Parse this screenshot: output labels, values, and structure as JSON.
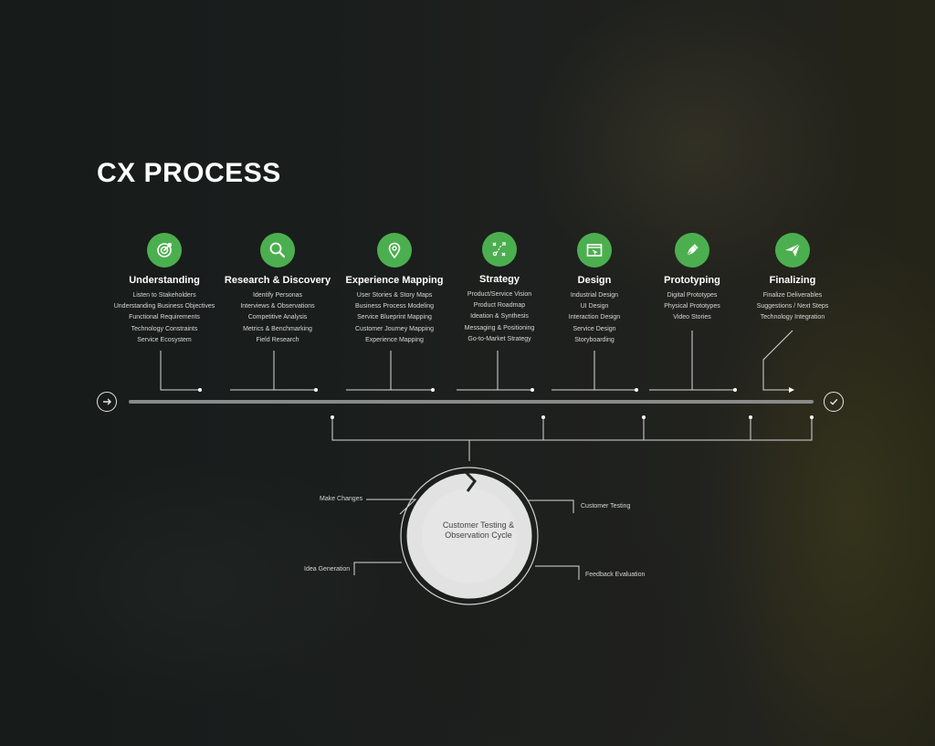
{
  "title": "CX PROCESS",
  "stages": [
    {
      "name": "Understanding",
      "icon": "target-icon",
      "items": [
        "Listen to Stakeholders",
        "Understanding Business Objectives",
        "Functional Requirements",
        "Technology Constraints",
        "Service Ecosystem"
      ]
    },
    {
      "name": "Research & Discovery",
      "icon": "magnifier-icon",
      "items": [
        "Identify Personas",
        "Interviews & Observations",
        "Competitive Analysis",
        "Metrics & Benchmarking",
        "Field Research"
      ]
    },
    {
      "name": "Experience Mapping",
      "icon": "map-pin-icon",
      "items": [
        "User Stories & Story Maps",
        "Business Process Modeling",
        "Service Blueprint Mapping",
        "Customer Journey Mapping",
        "Experience Mapping"
      ]
    },
    {
      "name": "Strategy",
      "icon": "strategy-play-icon",
      "items": [
        "Product/Service Vision",
        "Product Roadmap",
        "Ideation & Synthesis",
        "Messaging & Positioning",
        "Go-to-Market Strategy"
      ]
    },
    {
      "name": "Design",
      "icon": "browser-window-icon",
      "items": [
        "Industrial Design",
        "UI Design",
        "Interaction Design",
        "Service Design",
        "Storyboarding"
      ]
    },
    {
      "name": "Prototyping",
      "icon": "pen-nib-icon",
      "items": [
        "Digital Prototypes",
        "Physical Prototypes",
        "Video Stories"
      ]
    },
    {
      "name": "Finalizing",
      "icon": "paper-plane-icon",
      "items": [
        "Finalize Deliverables",
        "Suggestions / Next Steps",
        "Technology Integration"
      ]
    }
  ],
  "cycle": {
    "center_label": "Customer Testing & Observation Cycle",
    "labels": {
      "make_changes": "Make Changes",
      "customer_testing": "Customer Testing",
      "idea_generation": "Idea Generation",
      "feedback_evaluation": "Feedback Evaluation"
    }
  },
  "colors": {
    "accent": "#4caf4f",
    "text": "#ffffff",
    "muted_text": "#d8d8d8",
    "line": "#d9d9d9",
    "ring": "#e2e2e2"
  }
}
